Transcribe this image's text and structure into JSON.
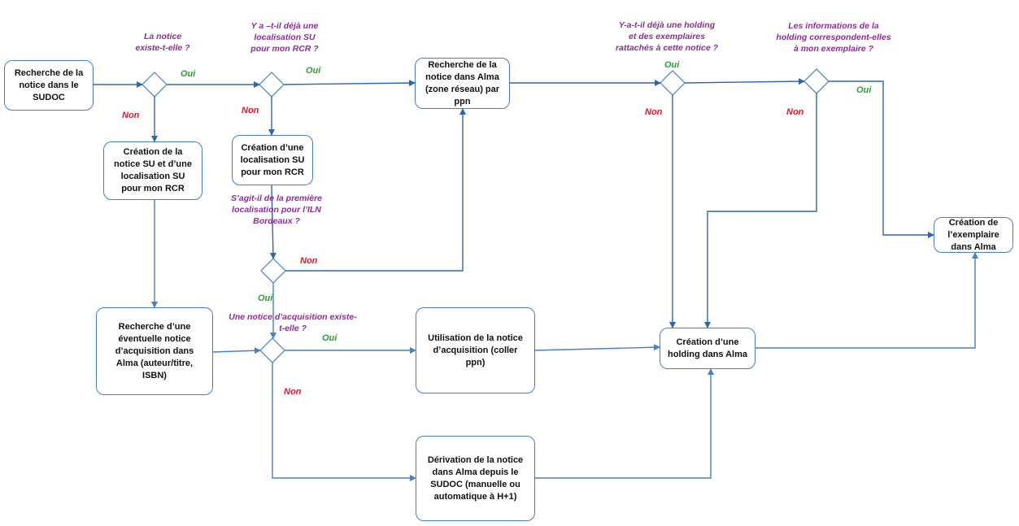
{
  "boxes": {
    "recherche_sudoc": "Recherche de la\nnotice dans le\nSUDOC",
    "creation_notice_su": "Création de la\nnotice SU et d’une\nlocalisation SU\npour mon RCR",
    "creation_localisation_su": "Création d’une\nlocalisation SU\npour mon RCR",
    "recherche_alma": "Recherche de la\nnotice dans Alma\n(zone réseau) par\nppn",
    "recherche_acquisition": "Recherche d’une\néventuelle notice\nd’acquisition dans\nAlma (auteur/titre,\nISBN)",
    "utilisation_acquisition": "Utilisation de la notice\nd’acquisition (coller\nppn)",
    "derivation_notice": "Dérivation de la notice\ndans Alma depuis le\nSUDOC (manuelle ou\nautomatique à H+1)",
    "creation_holding": "Création d’une\nholding dans Alma",
    "creation_exemplaire": "Création de\nl’exemplaire\ndans Alma"
  },
  "questions": {
    "q1": "La notice\nexiste-t-elle ?",
    "q2": "Y a –t-il déjà une\nlocalisation SU\npour mon RCR ?",
    "q3": "S’agit-il de la première\nlocalisation pour l’ILN\nBordeaux ?",
    "q4": "Une notice d’acquisition existe-\nt-elle ?",
    "q5": "Y-a-t-il déjà une holding\net des exemplaires\nrattachés à cette notice ?",
    "q6": "Les informations de la\nholding correspondent-elles\nà mon exemplaire ?"
  },
  "labels": {
    "oui": "Oui",
    "non": "Non"
  },
  "colors": {
    "box_border": "#4a7fc1",
    "arrow": "#4a7fc1",
    "question_text": "#8b2f8f",
    "oui": "#2e9e3a",
    "non": "#e0182d"
  }
}
